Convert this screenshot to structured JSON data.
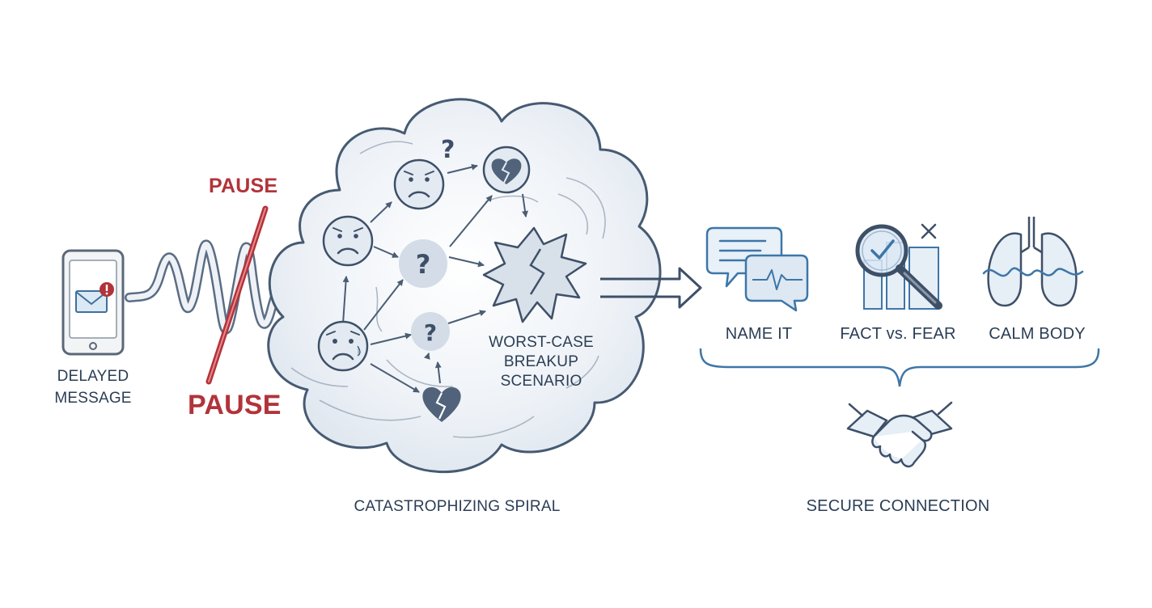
{
  "delayed_message": {
    "label_line1": "DELAYED",
    "label_line2": "MESSAGE",
    "icon": "phone-with-message-alert-icon"
  },
  "pause": {
    "top_label": "PAUSE",
    "bottom_label": "PAUSE",
    "color": "#b2333a"
  },
  "spiral": {
    "label": "CATASTROPHIZING SPIRAL",
    "worst_case_line1": "WORST-CASE",
    "worst_case_line2": "BREAKUP",
    "worst_case_line3": "SCENARIO",
    "icons": [
      "sad-face-icon",
      "worried-face-icon",
      "question-mark-icon",
      "broken-heart-icon",
      "explosion-burst-icon"
    ]
  },
  "strategies": [
    {
      "label": "NAME IT",
      "icon": "speech-bubbles-icon"
    },
    {
      "label": "FACT vs. FEAR",
      "icon": "magnifier-check-icon"
    },
    {
      "label": "CALM BODY",
      "icon": "lungs-icon"
    }
  ],
  "outcome": {
    "label": "SECURE CONNECTION",
    "icon": "handshake-icon"
  },
  "colors": {
    "ink": "#2b3e55",
    "accent_blue": "#3d76a8",
    "pause_red": "#b2333a",
    "cloud_fill": "#e9eef4",
    "icon_fill": "#e3eaf2"
  }
}
